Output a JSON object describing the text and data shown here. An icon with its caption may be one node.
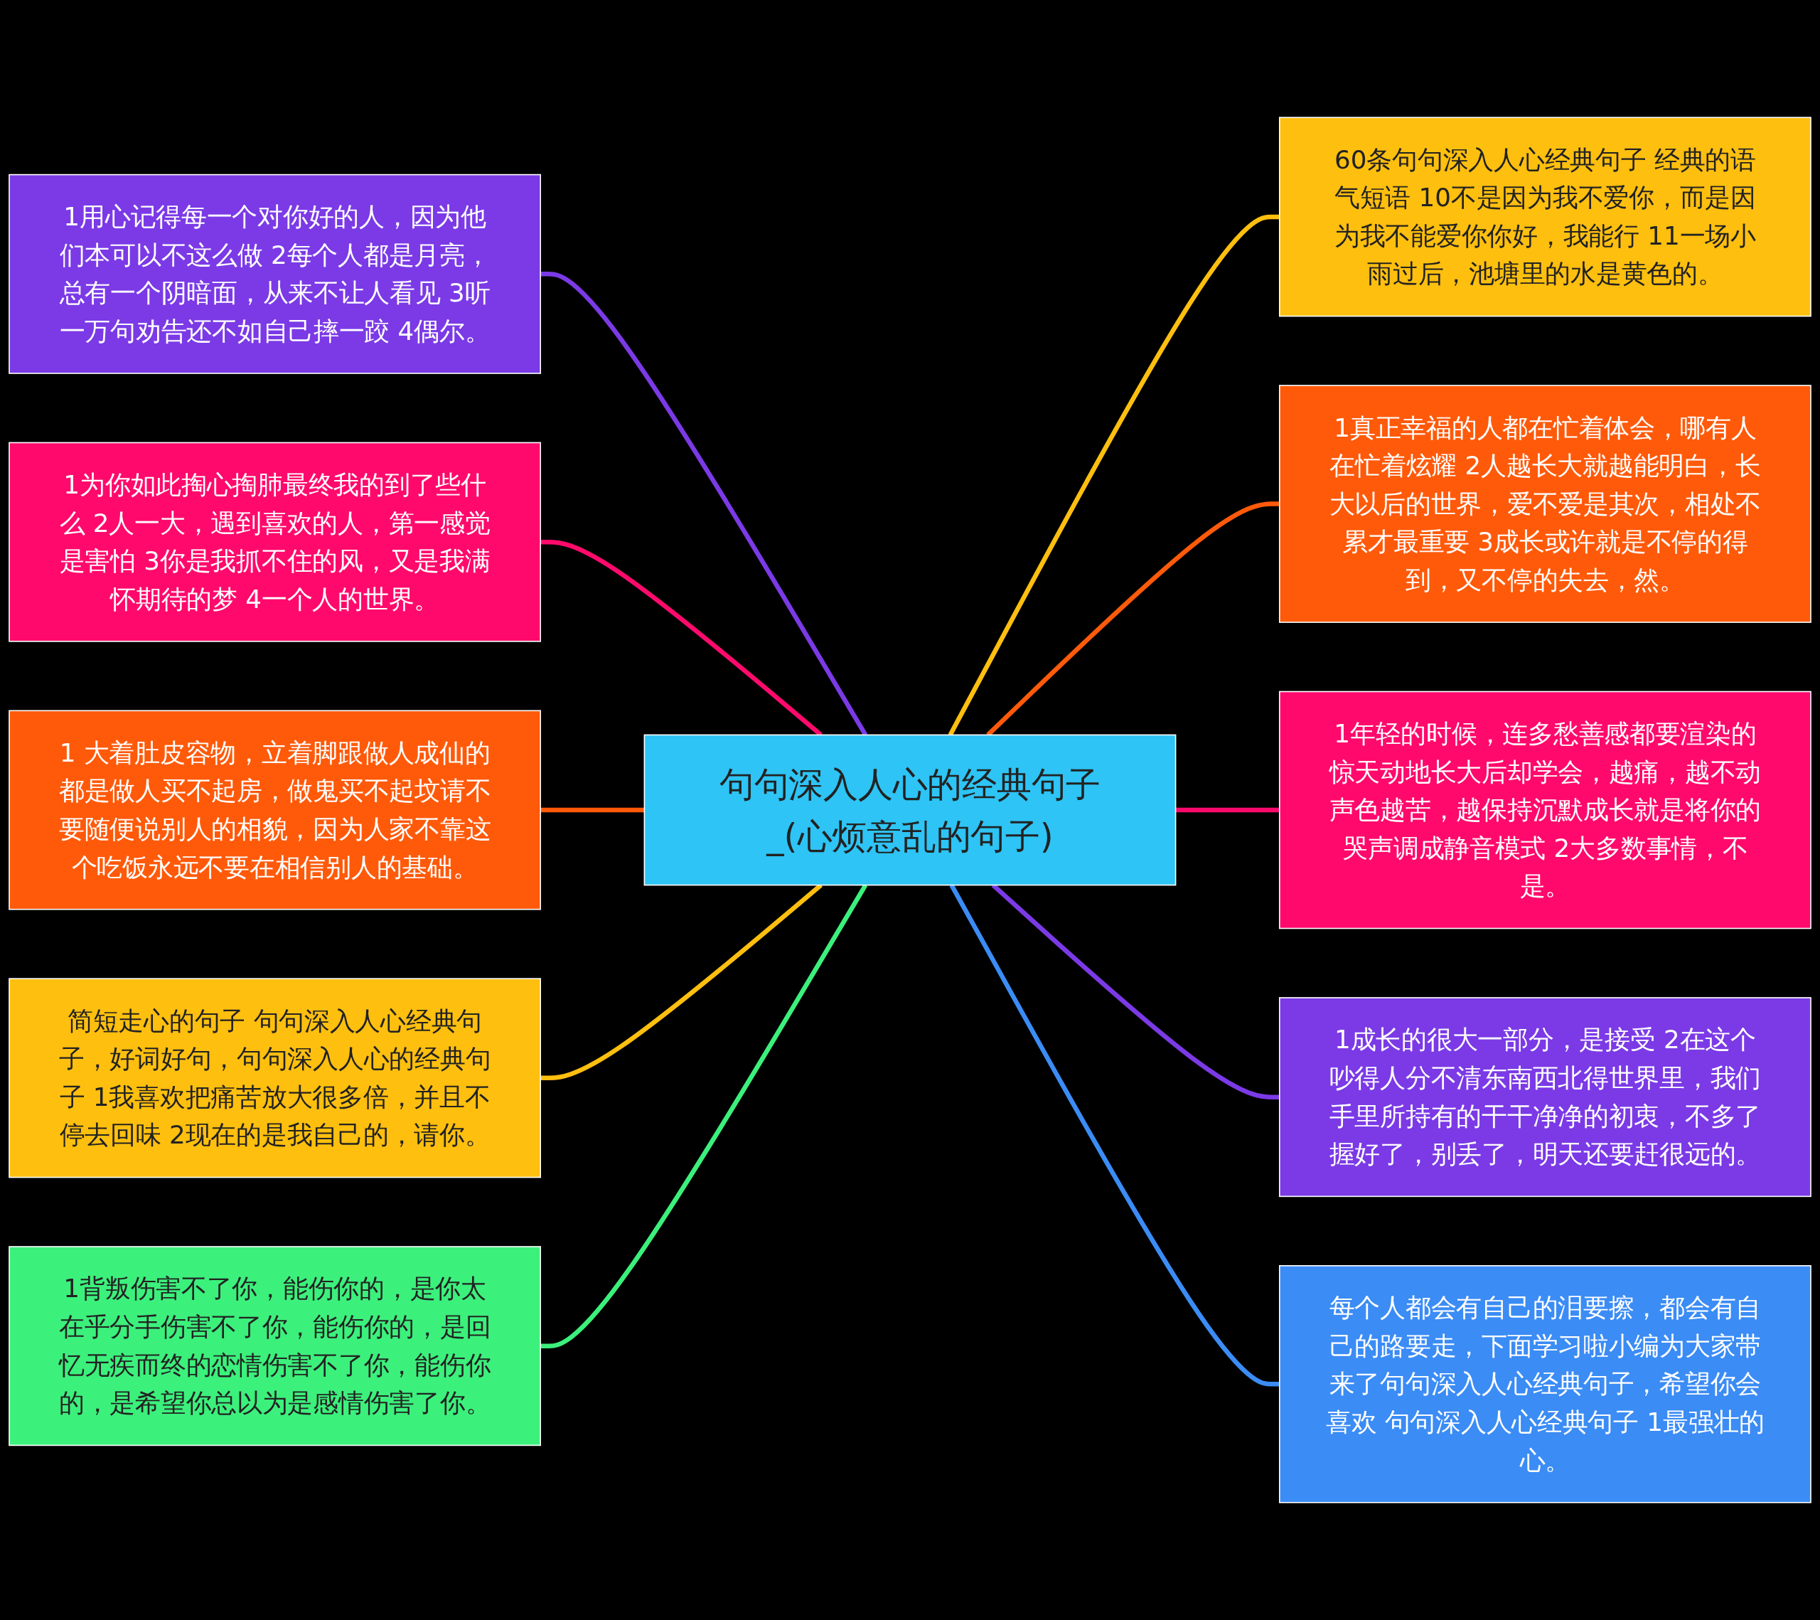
{
  "diagram": {
    "nodes": [
      {
        "text": [
          "句句深入人心的经典句子_(心烦意乱的句子)"
        ]
      },
      {
        "text": [
          "1用心记得每一个对你好的人，因为他们本可以不这么做 2每个人都是月亮，总有一个阴暗面，从来不让人看见 3听一万句劝告还不如自己摔一跤 4偶尔。"
        ]
      },
      {
        "text": [
          "1为你如此掏心掏肺最终我的到了些什么 2人一大，遇到喜欢的人，第一感觉是害怕 3你是我抓不住的风，又是我满怀期待的梦 4一个人的世界。"
        ]
      },
      {
        "text": [
          "1 大着肚皮容物，立着脚跟做人成仙的都是做人买不起房，做鬼买不起坟请不要随便说别人的相貌，因为人家不靠这个吃饭永远不要在相信别人的基础。"
        ]
      },
      {
        "text": [
          "简短走心的句子 句句深入人心经典句子，好词好句，句句深入人心的经典句子 1我喜欢把痛苦放大很多倍，并且不停去回味 2现在的是我自己的，请你。"
        ]
      },
      {
        "text": [
          "1背叛伤害不了你，能伤你的，是你太在乎分手伤害不了你，能伤你的，是回忆无疾而终的恋情伤害不了你，能伤你的，是希望你总以为是感情伤害了你。"
        ]
      },
      {
        "text": [
          "60条句句深入人心经典句子 经典的语气短语 10不是因为我不爱你，而是因为我不能爱你你好，我能行 11一场小雨过后，池塘里的水是黄色的。"
        ]
      },
      {
        "text": [
          "1真正幸福的人都在忙着体会，哪有人在忙着炫耀 2人越长大就越能明白，长大以后的世界，爱不爱是其次，相处不累才最重要 3成长或许就是不停的得到，又不停的失去，然。"
        ]
      },
      {
        "text": [
          "1年轻的时候，连多愁善感都要渲染的惊天动地长大后却学会，越痛，越不动声色越苦，越保持沉默成长就是将你的哭声调成静音模式 2大多数事情，不是。"
        ]
      },
      {
        "text": [
          "1成长的很大一部分，是接受 2在这个吵得人分不清东南西北得世界里，我们手里所持有的干干净净的初衷，不多了握好了，别丢了，明天还要赶很远的。"
        ]
      },
      {
        "text": [
          "每个人都会有自己的泪要擦，都会有自己的路要走，下面学习啦小编为大家带来了句句深入人心经典句子，希望你会喜欢 句句深入人心经典句子 1最强壮的心。"
        ]
      }
    ],
    "edges": [
      {
        "from": 1,
        "to": 0,
        "arrow": "none",
        "color": "#7b3ae6"
      },
      {
        "from": 2,
        "to": 0,
        "arrow": "none",
        "color": "#ff0a6c"
      },
      {
        "from": 3,
        "to": 0,
        "arrow": "none",
        "color": "#ff5a0a"
      },
      {
        "from": 4,
        "to": 0,
        "arrow": "none",
        "color": "#ffbf0f"
      },
      {
        "from": 5,
        "to": 0,
        "arrow": "none",
        "color": "#3cf07c"
      },
      {
        "from": 0,
        "to": 6,
        "arrow": "none",
        "color": "#ffbf0f"
      },
      {
        "from": 0,
        "to": 7,
        "arrow": "none",
        "color": "#ff5a0a"
      },
      {
        "from": 0,
        "to": 8,
        "arrow": "none",
        "color": "#ff0a6c"
      },
      {
        "from": 0,
        "to": 9,
        "arrow": "none",
        "color": "#7b3ae6"
      },
      {
        "from": 0,
        "to": 10,
        "arrow": "none",
        "color": "#3b8cf5"
      }
    ]
  }
}
